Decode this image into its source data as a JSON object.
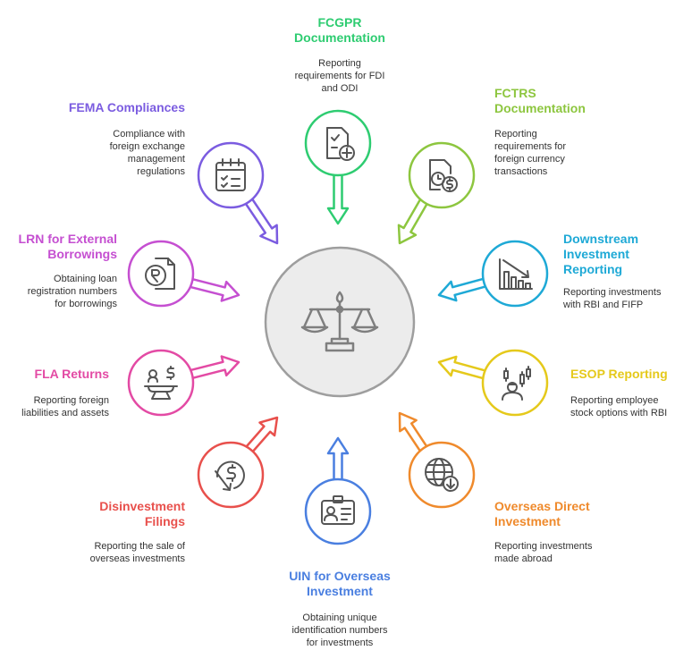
{
  "center": {
    "icon": "balance-scale-icon",
    "ring_color": "#9e9e9e"
  },
  "items": [
    {
      "id": "fcgpr",
      "title": "FCGPR\nDocumentation",
      "desc": "Reporting\nrequirements for FDI\nand ODI",
      "color": "#2ecc71",
      "icon": "document-plus-icon"
    },
    {
      "id": "fctrs",
      "title": "FCTRS\nDocumentation",
      "desc": "Reporting\nrequirements for\nforeign currency\ntransactions",
      "color": "#8dc63f",
      "icon": "document-clock-dollar-icon"
    },
    {
      "id": "downstream",
      "title": "Downstream\nInvestment\nReporting",
      "desc": "Reporting investments\nwith RBI and FIFP",
      "color": "#1ea9d6",
      "icon": "bar-chart-down-icon"
    },
    {
      "id": "esop",
      "title": "ESOP Reporting",
      "desc": "Reporting employee\nstock options with RBI",
      "color": "#e5c91b",
      "icon": "employee-stock-icon"
    },
    {
      "id": "odi",
      "title": "Overseas Direct\nInvestment",
      "desc": "Reporting investments\nmade abroad",
      "color": "#ef8a2c",
      "icon": "globe-download-icon"
    },
    {
      "id": "uin",
      "title": "UIN for Overseas\nInvestment",
      "desc": "Obtaining unique\nidentification numbers\nfor investments",
      "color": "#4a7fe0",
      "icon": "id-card-icon"
    },
    {
      "id": "disinvest",
      "title": "Disinvestment\nFilings",
      "desc": "Reporting the sale of\noverseas investments",
      "color": "#e8504c",
      "icon": "dollar-down-icon"
    },
    {
      "id": "fla",
      "title": "FLA Returns",
      "desc": "Reporting foreign\nliabilities and assets",
      "color": "#e34aa4",
      "icon": "scale-dollar-icon"
    },
    {
      "id": "lrn",
      "title": "LRN for External\nBorrowings",
      "desc": "Obtaining loan\nregistration numbers\nfor borrowings",
      "color": "#c54fd1",
      "icon": "rupee-document-icon"
    },
    {
      "id": "fema",
      "title": "FEMA Compliances",
      "desc": "Compliance with\nforeign exchange\nmanagement\nregulations",
      "color": "#7b5ce0",
      "icon": "calendar-checklist-icon"
    }
  ]
}
